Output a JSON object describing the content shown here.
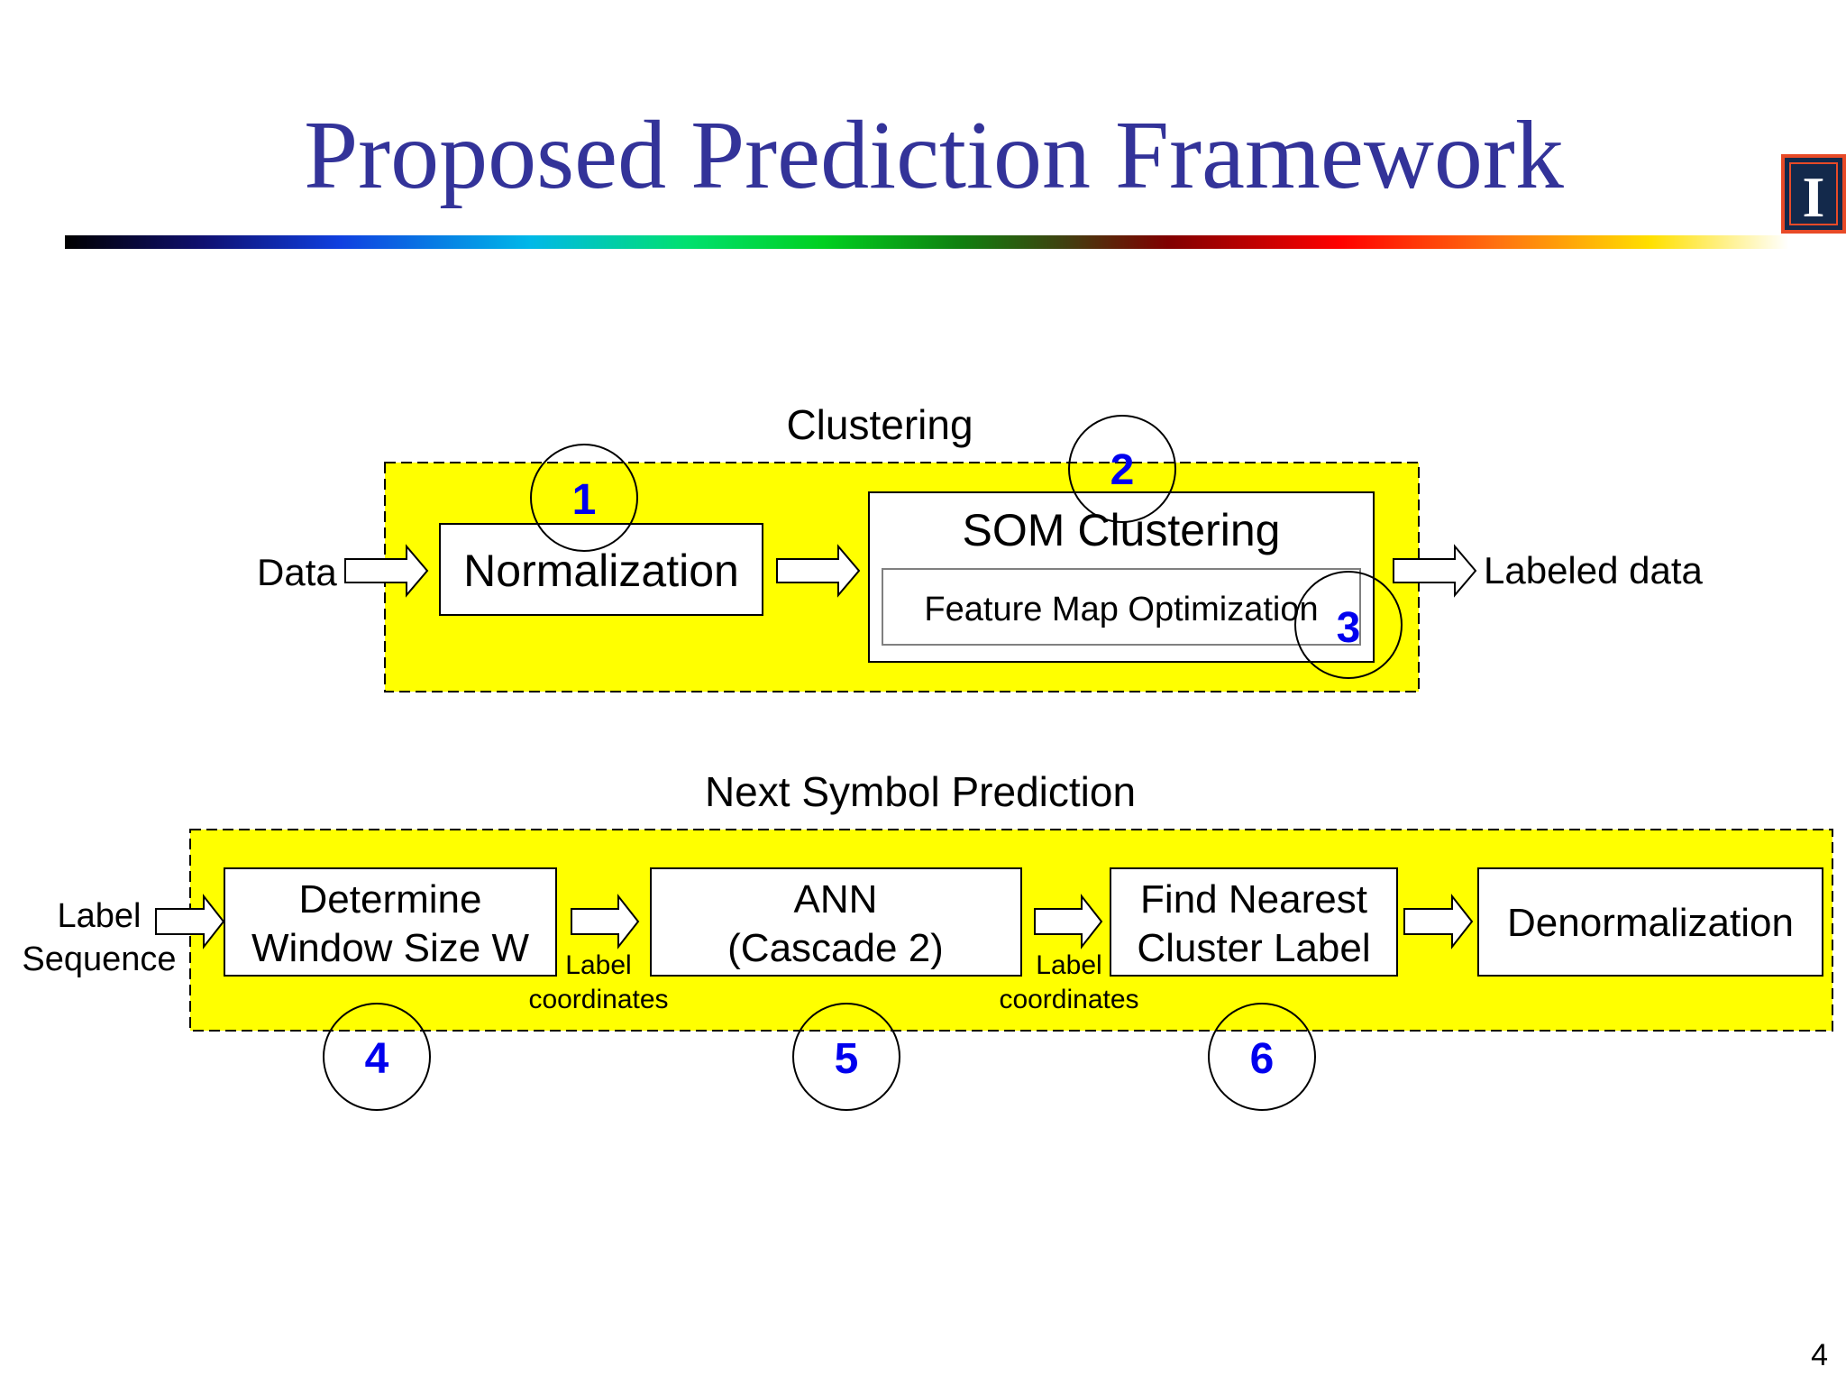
{
  "slide": {
    "title": "Proposed Prediction Framework",
    "page_number": "4"
  },
  "logo": {
    "icon": "university-i-logo",
    "letter": "I"
  },
  "colors": {
    "title": "#333399",
    "highlight": "#ffff00",
    "step_number": "#0000ee",
    "logo_fill": "#13294b",
    "logo_border": "#e84a27"
  },
  "clustering": {
    "group_label": "Clustering",
    "input_label": "Data",
    "normalization": "Normalization",
    "som_title": "SOM Clustering",
    "feature_map": "Feature Map Optimization",
    "output_label": "Labeled data"
  },
  "prediction": {
    "group_label": "Next Symbol Prediction",
    "input_line1": "Label",
    "input_line2": "Sequence",
    "window_line1": "Determine",
    "window_line2": "Window Size W",
    "ann_line1": "ANN",
    "ann_line2": "(Cascade 2)",
    "nearest_line1": "Find Nearest",
    "nearest_line2": "Cluster Label",
    "denormalization": "Denormalization",
    "connector1_line1": "Label",
    "connector1_line2": "coordinates",
    "connector2_line1": "Label",
    "connector2_line2": "coordinates"
  },
  "steps": [
    "1",
    "2",
    "3",
    "4",
    "5",
    "6"
  ]
}
